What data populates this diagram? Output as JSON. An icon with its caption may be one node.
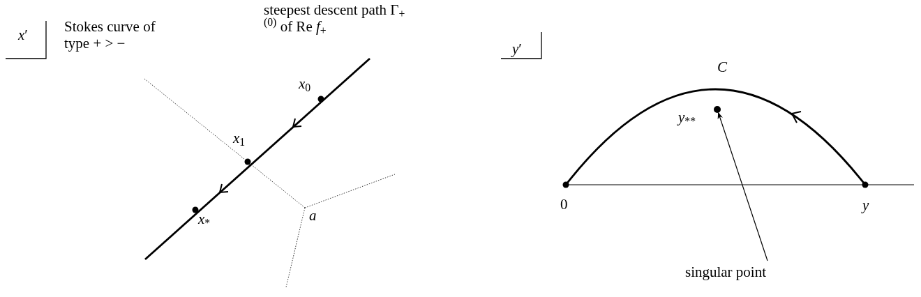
{
  "diagram": {
    "nodes": [
      {
        "text": [
          "singular point"
        ]
      },
      {
        "text": [],
        "shape": "circle",
        "beside": [
          "*y*$_{**}$"
        ]
      }
    ],
    "edges": [
      {
        "from": 0,
        "to": 1,
        "arrow": "to"
      }
    ],
    "labels": [
      "*x*′",
      "Stokes curve of type + > −",
      "steepest descent path Γ$_{+}$$^{(0)}$ of Re *f*$_{+}$",
      "*x*$_{0}$",
      "*x*$_{1}$",
      "*x*$_{*}$",
      "*a*",
      "*y*′",
      "*C*",
      "0",
      "*y*"
    ]
  }
}
